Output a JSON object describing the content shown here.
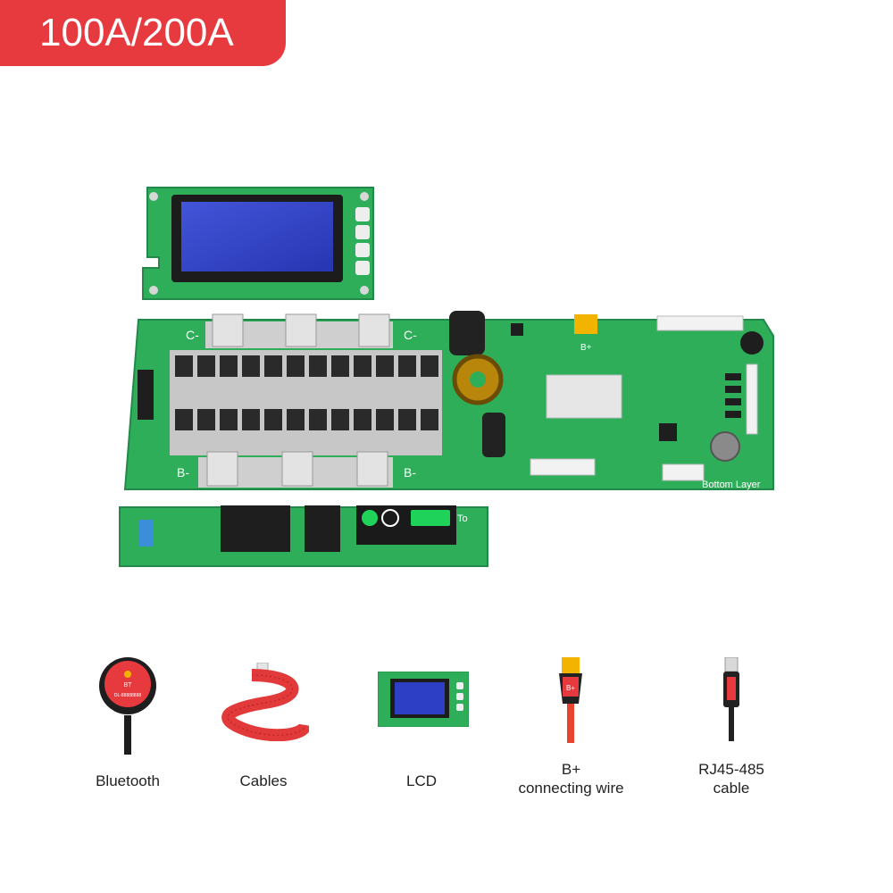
{
  "badge": {
    "label": "100A/200A"
  },
  "board": {
    "main_labels": {
      "c_minus": "C-",
      "b_minus": "B-",
      "b_plus": "B+",
      "bottom_layer": "Bottom Layer"
    },
    "io_labels": {
      "to": "To"
    }
  },
  "accessories": [
    {
      "label": "Bluetooth",
      "icon": "bluetooth-module-icon",
      "badge_text": "BT",
      "serial_text": "DL-88888888"
    },
    {
      "label": "Cables",
      "icon": "ribbon-cable-icon"
    },
    {
      "label": "LCD",
      "icon": "lcd-module-icon"
    },
    {
      "label_line1": "B+",
      "label_line2": "connecting wire",
      "icon": "xt60-wire-icon",
      "plug_text": "B+"
    },
    {
      "label_line1": "RJ45-485",
      "label_line2": "cable",
      "icon": "usb-cable-icon"
    }
  ],
  "colors": {
    "badge": "#e63a3f",
    "pcb": "#2fae5a",
    "lcd": "#2d3fc4",
    "wire": "#e8432e"
  }
}
